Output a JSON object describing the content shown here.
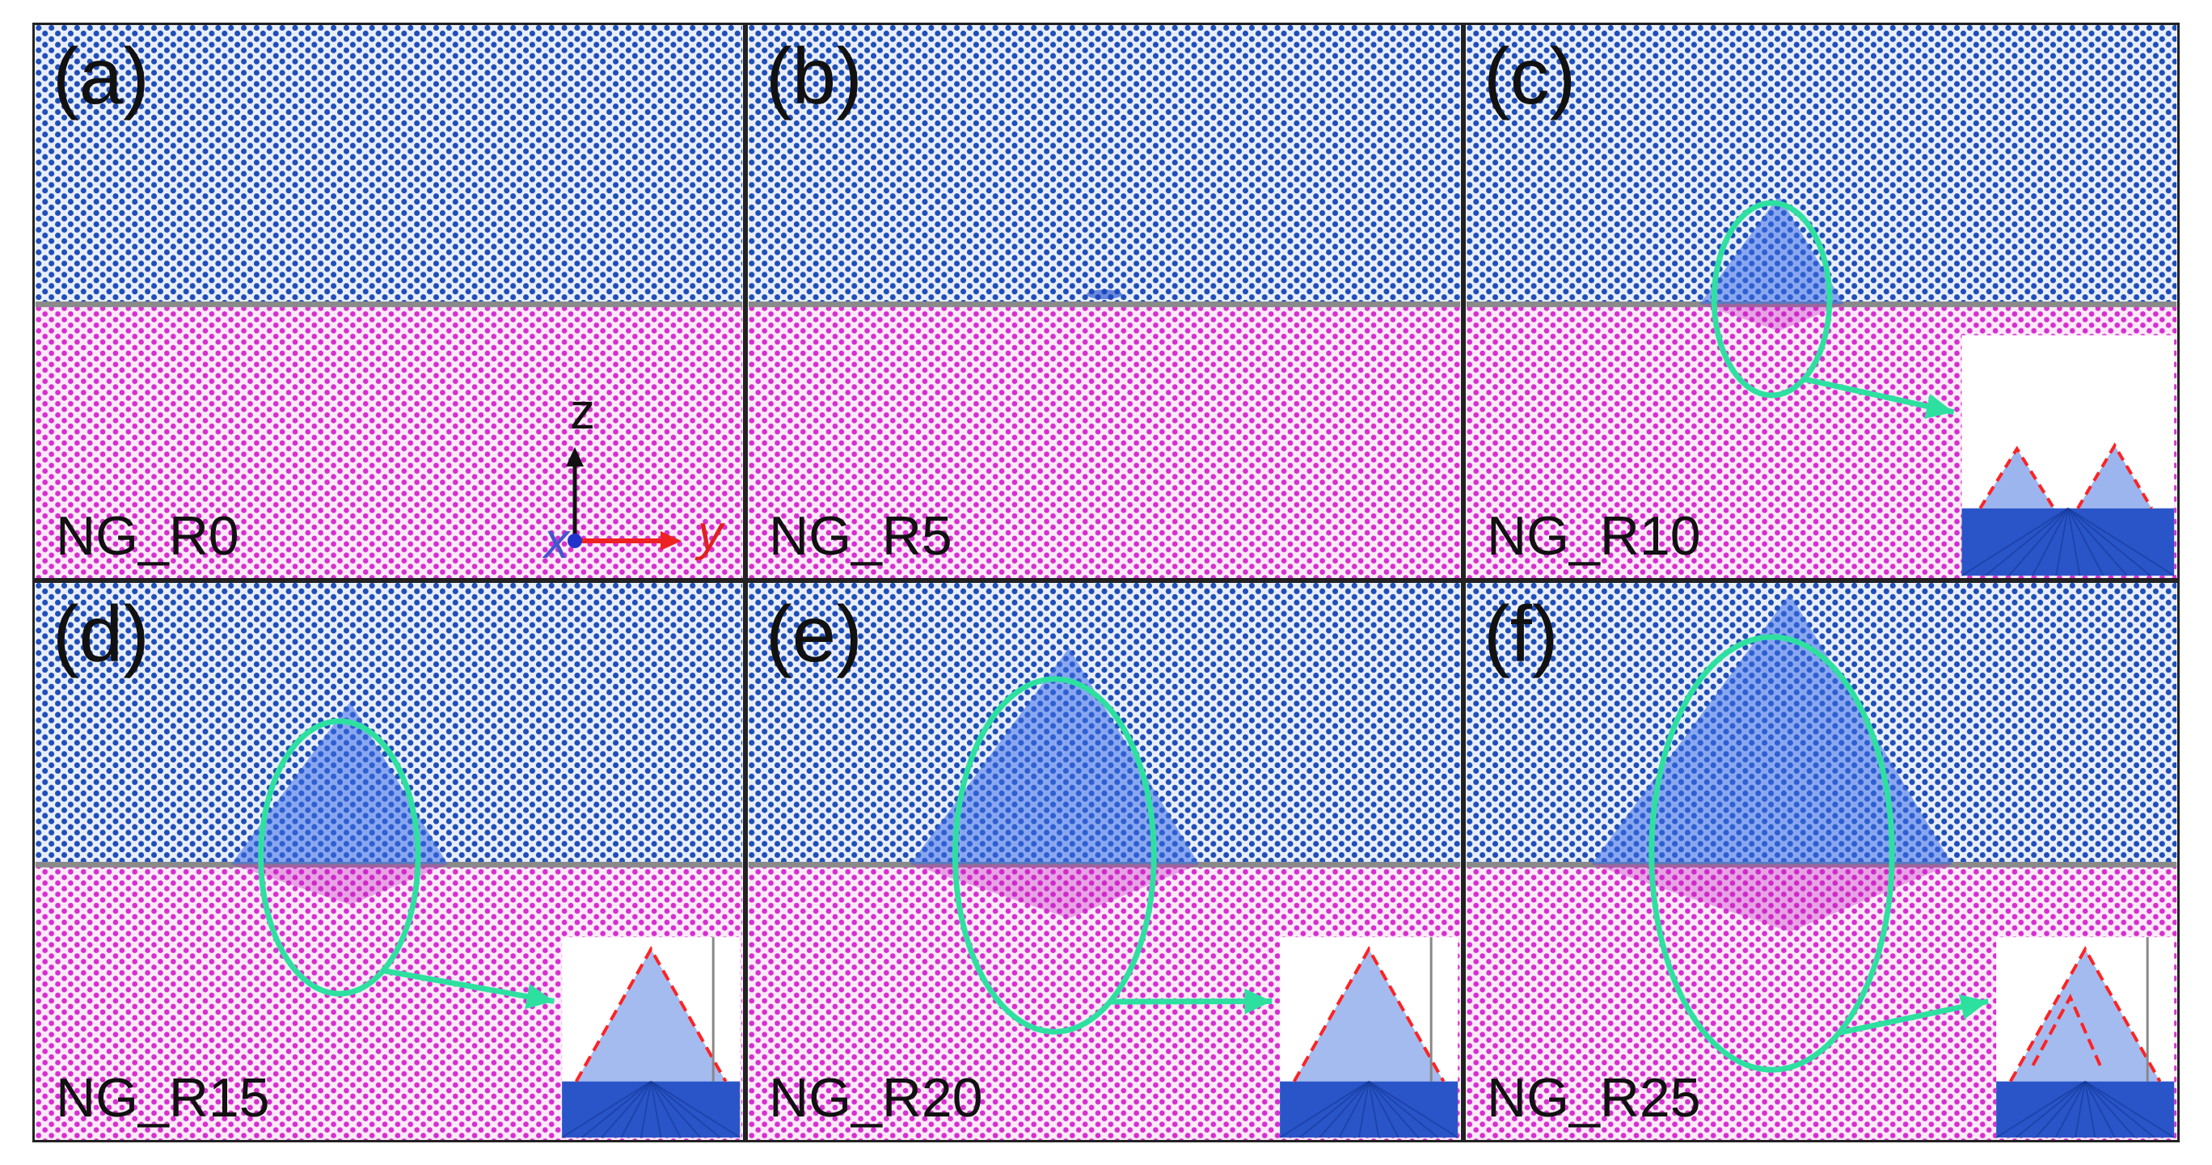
{
  "panels": [
    {
      "label": "(a)",
      "sample": "NG_R0",
      "defect_radius": 0,
      "has_inset": false,
      "show_axes": true
    },
    {
      "label": "(b)",
      "sample": "NG_R5",
      "defect_radius": 5,
      "has_inset": false,
      "show_axes": false
    },
    {
      "label": "(c)",
      "sample": "NG_R10",
      "defect_radius": 10,
      "has_inset": true,
      "show_axes": false
    },
    {
      "label": "(d)",
      "sample": "NG_R15",
      "defect_radius": 15,
      "has_inset": true,
      "show_axes": false
    },
    {
      "label": "(e)",
      "sample": "NG_R20",
      "defect_radius": 20,
      "has_inset": true,
      "show_axes": false
    },
    {
      "label": "(f)",
      "sample": "NG_R25",
      "defect_radius": 25,
      "has_inset": true,
      "show_axes": false
    }
  ],
  "axes": {
    "z": "z",
    "x": "x",
    "y": "y"
  },
  "colors": {
    "upper_grain": "#1f4fb8",
    "lower_grain": "#d62fcf",
    "boundary": "#8a8a8a",
    "highlight_circle": "#2ee0a0",
    "inset_outline": "#ff2222"
  }
}
